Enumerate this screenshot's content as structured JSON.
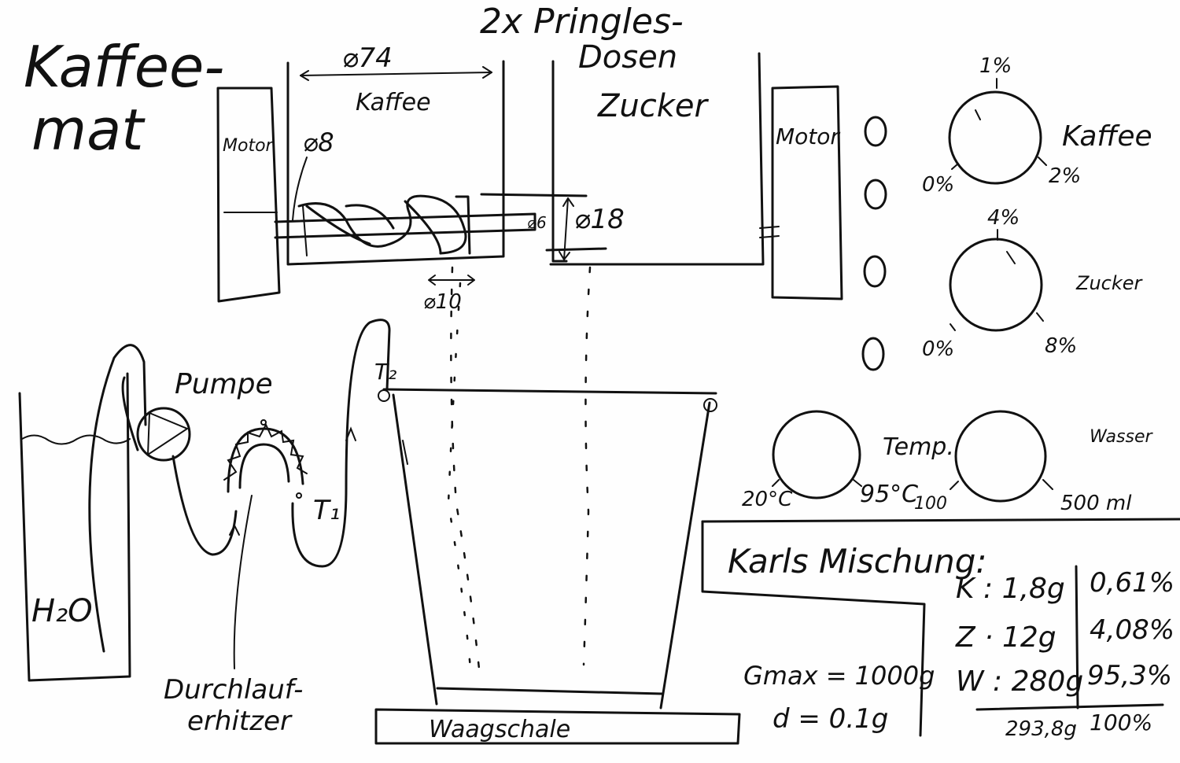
{
  "title": {
    "line1": "Kaffee-",
    "line2": "mat"
  },
  "header": {
    "line1": "2x Pringles-",
    "line2": "Dosen"
  },
  "dispenser": {
    "motor_left": "Motor",
    "motor_right": "Motor",
    "coffee_label": "Kaffee",
    "sugar_label": "Zucker",
    "dim_can": "⌀74",
    "dim_shaft_coupling": "⌀8",
    "dim_shaft": "⌀6",
    "dim_tube": "⌀18",
    "dim_outlet": "⌀10"
  },
  "knobs": {
    "kaffee": {
      "label": "Kaffee",
      "min": "0%",
      "mid": "1%",
      "max": "2%"
    },
    "zucker": {
      "label": "Zucker",
      "min": "0%",
      "mid": "4%",
      "max": "8%"
    },
    "temp": {
      "label": "Temp.",
      "min": "20°C",
      "max": "95°C"
    },
    "wasser": {
      "label": "Wasser",
      "min": "100",
      "max": "500 ml"
    }
  },
  "water": {
    "tank_label": "H₂O",
    "pump_label": "Pumpe",
    "heater_label_1": "Durchlauf-",
    "heater_label_2": "erhitzer",
    "sensor_1": "T₁",
    "sensor_2": "T₂"
  },
  "scale": {
    "label": "Waagschale",
    "gmax": "Gmax = 1000g",
    "d": "d = 0.1g"
  },
  "recipe": {
    "title": "Karls Mischung:",
    "rows": [
      {
        "item": "K : 1,8g",
        "pct": "0,61%"
      },
      {
        "item": "Z · 12g",
        "pct": "4,08%"
      },
      {
        "item": "W : 280g",
        "pct": "95,3%"
      }
    ],
    "total": {
      "item": "293,8g",
      "pct": "100%"
    }
  }
}
